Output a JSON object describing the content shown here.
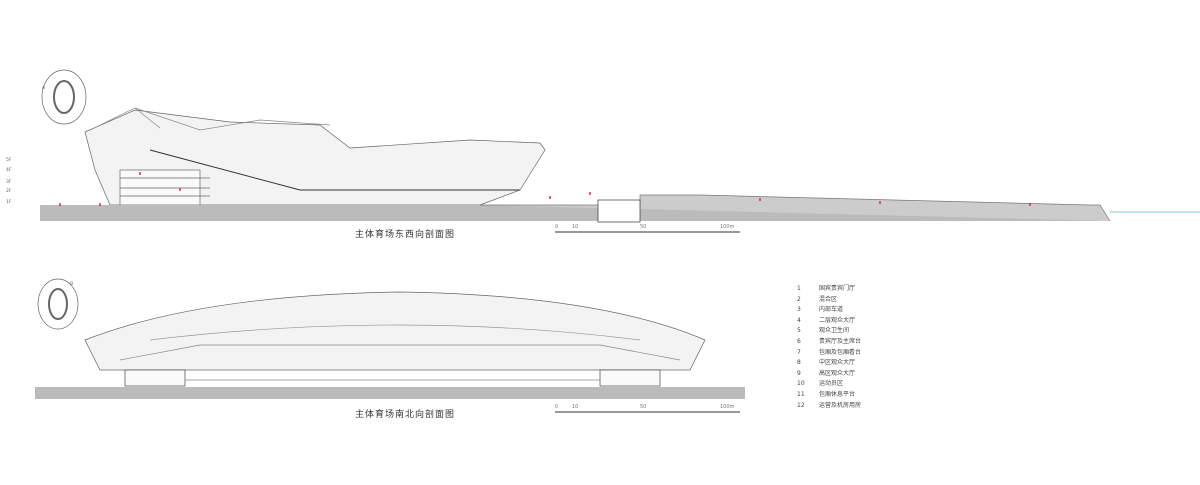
{
  "sections": [
    {
      "title": "主体育场东西向剖面图",
      "key_letter": "A"
    },
    {
      "title": "主体育场南北向剖面图",
      "key_letter": "B"
    }
  ],
  "scale_bar": {
    "labels": [
      "0",
      "10",
      "50",
      "100m"
    ]
  },
  "levels": [
    "5F",
    "4F",
    "3F",
    "2F",
    "1F"
  ],
  "legend": [
    {
      "num": "1",
      "label": "国宾贵宾门厅"
    },
    {
      "num": "2",
      "label": "混合区"
    },
    {
      "num": "3",
      "label": "内部车道"
    },
    {
      "num": "4",
      "label": "二层观众大厅"
    },
    {
      "num": "5",
      "label": "观众卫生间"
    },
    {
      "num": "6",
      "label": "贵宾厅及主席台"
    },
    {
      "num": "7",
      "label": "包厢及包厢看台"
    },
    {
      "num": "8",
      "label": "中区观众大厅"
    },
    {
      "num": "9",
      "label": "高区观众大厅"
    },
    {
      "num": "10",
      "label": "运动员区"
    },
    {
      "num": "11",
      "label": "包厢休息平台"
    },
    {
      "num": "12",
      "label": "运营及机房用房"
    }
  ],
  "colors": {
    "ground": "#b9b9b9",
    "line": "#555555",
    "marker": "#e0206a",
    "water": "#9fd4ea"
  }
}
